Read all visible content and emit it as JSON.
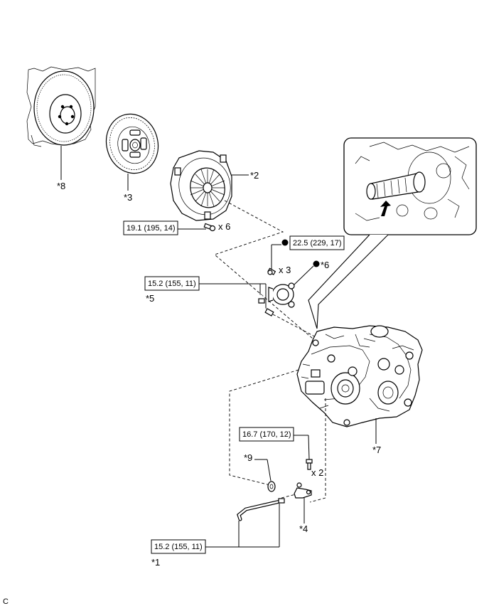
{
  "callouts": {
    "c1": "*1",
    "c2": "*2",
    "c3": "*3",
    "c4": "*4",
    "c5": "*5",
    "c6": "*6",
    "c7": "*7",
    "c8": "*8",
    "c9": "*9"
  },
  "torques": {
    "t_cover": "19.1 (195, 14)",
    "t_cyl": "22.5 (229, 17)",
    "t_line_upper": "15.2 (155, 11)",
    "t_bracket": "16.7 (170, 12)",
    "t_line_lower": "15.2 (155, 11)"
  },
  "counts": {
    "x6": "x 6",
    "x3": "x 3",
    "x2": "x 2"
  },
  "corner_code": "C",
  "icons": [
    "flywheel-icon",
    "clutch-disc-icon",
    "clutch-cover-icon",
    "release-cylinder-icon",
    "transaxle-icon",
    "detail-inset-icon",
    "arrow-up-icon",
    "bullet-icon"
  ]
}
